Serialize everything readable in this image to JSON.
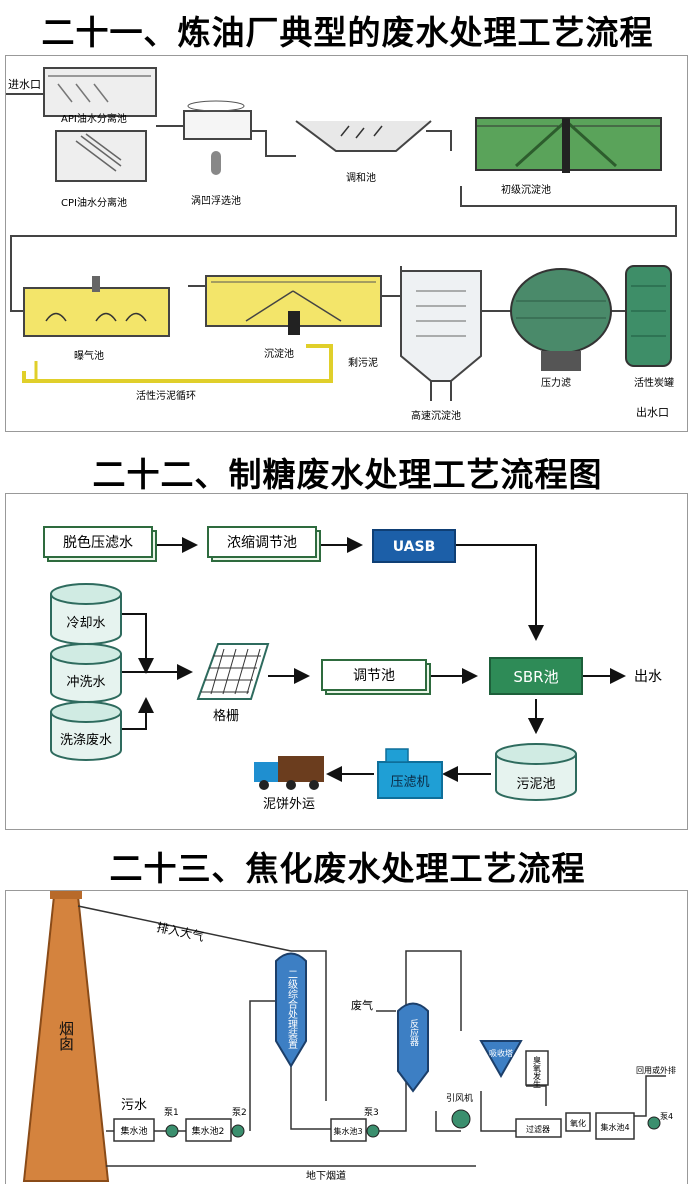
{
  "sections": [
    {
      "title": "二十一、炼油厂典型的废水处理工艺流程",
      "labels": {
        "inlet": "进水口",
        "api": "API油水分离池",
        "cpi": "CPI油水分离池",
        "flotation": "涡凹浮选池",
        "equalization": "调和池",
        "primary": "初级沉淀池",
        "aeration": "曝气池",
        "clarifier": "沉淀池",
        "sludge": "剩污泥",
        "recycle": "活性污泥循环",
        "highsettle": "高速沉淀池",
        "pressure": "压力滤",
        "carbon": "活性炭罐",
        "outlet": "出水口"
      }
    },
    {
      "title": "二十二、制糖废水处理工艺流程图",
      "labels": {
        "decolor": "脱色压滤水",
        "concentrate": "浓缩调节池",
        "uasb": "UASB",
        "cooling": "冷却水",
        "washing": "冲洗水",
        "cleaning": "洗涤废水",
        "grid": "格栅",
        "adjust": "调节池",
        "sbr": "SBR池",
        "effluent": "出水",
        "sludgepool": "污泥池",
        "filterpress": "压滤机",
        "cake": "泥饼外运"
      }
    },
    {
      "title": "二十三、焦化废水处理工艺流程",
      "labels": {
        "chimney": "烟囱",
        "atmosphere": "排入大气",
        "wastewater": "污水",
        "pit": "集水池",
        "pump1": "泵1",
        "pool2": "集水池2",
        "pump2": "泵2",
        "device": "二级综合处理装置",
        "pump3": "泵3",
        "pool3": "集水池3",
        "exhaust": "废气",
        "reactor": "反应器",
        "fan": "引风机",
        "tower": "吸收塔",
        "filter": "过滤器",
        "oxid": "氧化",
        "pool4": "集水池4",
        "pump4": "泵4",
        "reuse": "回用或外排",
        "flue": "地下烟道",
        "ozone": "臭氧发生"
      }
    }
  ]
}
